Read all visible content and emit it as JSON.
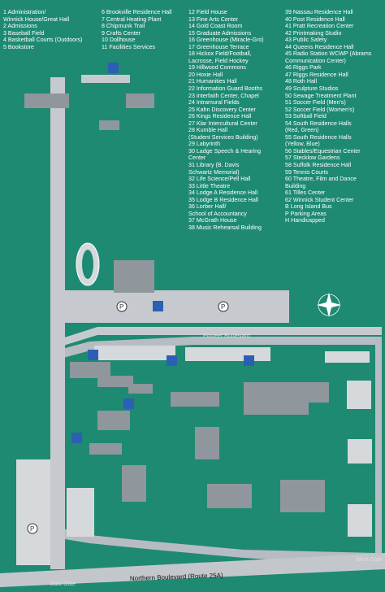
{
  "legend": {
    "column1": [
      "1 Administration/",
      "   Winnick House/Great Hall",
      "2 Admissions",
      "3 Baseball Field",
      "4 Basketball Courts (Outdoors)",
      "5 Bookstore"
    ],
    "column2": [
      "6 Brookville Residence Hall",
      "7 Central Heating Plant",
      "8 Chipmunk Trail",
      "9 Crafts Center",
      "10 Dollhouse",
      "11 Facilities Services"
    ],
    "column3": [
      "12 Field House",
      "13 Fine Arts Center",
      "14 Gold Coast Room",
      "15 Graduate Admissions",
      "16 Greenhouse (Miracle-Gro)",
      "17 Greenhouse Terrace",
      "18 Hickox Field/Football,",
      "    Lacrosse, Field Hockey",
      "19 Hillwood Commons",
      "20 Hoxie Hall",
      "21 Humanities Hall",
      "22 Information Guard Booths",
      "23 Interfaith Center, Chapel",
      "24 Intramural Fields",
      "25 Kahn Discovery Center",
      "26 Kings Residence Hall",
      "27 Klar Intercultural Center",
      "28 Kumble Hall",
      "    (Student Services Building)",
      "29 Labyrinth",
      "30 Ladge Speech & Hearing",
      "    Center",
      "31 Library (B. Davis",
      "    Schwartz Memorial)",
      "32 Life Science/Pell Hall",
      "33 Little Theatre",
      "34 Lodge A Residence Hall",
      "35 Lodge B Residence Hall",
      "36 Lorber Hall/",
      "    School of Accountancy",
      "37 McGrath House",
      "38 Music Rehearsal Building"
    ],
    "column4": [
      "39 Nassau Residence Hall",
      "40 Post Residence Hall",
      "41 Pratt Recreation Center",
      "42 Printmaking Studio",
      "43 Public Safety",
      "44 Queens Residence Hall",
      "45 Radio Station WCWP (Abrams",
      "    Communication Center)",
      "46 Riggs Park",
      "47 Riggs Residence Hall",
      "48 Roth Hall",
      "49 Sculpture Studios",
      "50 Sewage Treatment Plant",
      "51 Soccer Field (Men's)",
      "52 Soccer Field (Women's)",
      "53 Softball Field",
      "54 South Residence Halls",
      "    (Red, Green)",
      "55 South Residence Halls",
      "    (Yellow, Blue)",
      "56 Stables/Equestrian Center",
      "57 Stecklow Gardens",
      "58 Suffolk Residence Hall",
      "59 Tennis Courts",
      "60 Theatre, Film and Dance",
      "    Building",
      "61 Tilles Center",
      "62 Winnick Student Center",
      "",
      "B Long Island Bus",
      "P Parking Areas",
      "H Handicapped"
    ]
  },
  "roads": {
    "northern": "Northern Boulevard (Route 25A)",
    "pioneer": "Pioneer Boulevard"
  },
  "labels": {
    "parking_symbol": "P",
    "east_gate": "East Gate",
    "west_gate": "West Gate"
  },
  "colors": {
    "background": "#1e8a72",
    "road": "#c6cacf",
    "building": "#8f969c",
    "handicapped": "#2b5fb4"
  }
}
